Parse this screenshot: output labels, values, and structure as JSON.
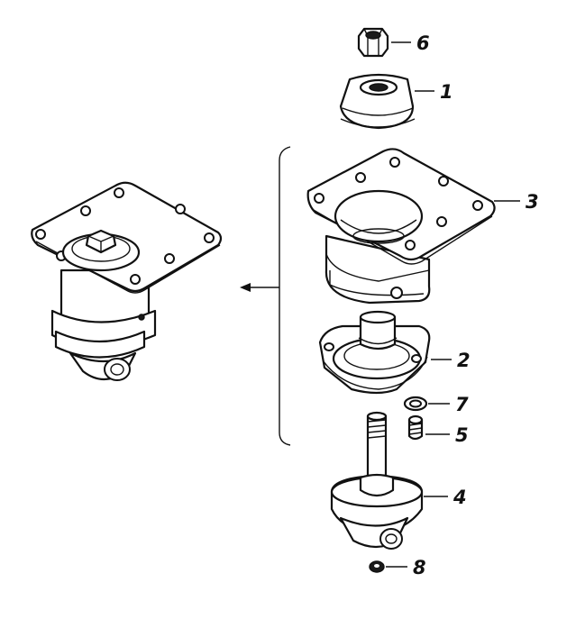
{
  "callouts": [
    {
      "id": "6",
      "label": "6"
    },
    {
      "id": "1",
      "label": "1"
    },
    {
      "id": "3",
      "label": "3"
    },
    {
      "id": "2",
      "label": "2"
    },
    {
      "id": "7",
      "label": "7"
    },
    {
      "id": "5",
      "label": "5"
    },
    {
      "id": "4",
      "label": "4"
    },
    {
      "id": "8",
      "label": "8"
    }
  ],
  "colors": {
    "ink": "#111111",
    "background": "#ffffff"
  }
}
